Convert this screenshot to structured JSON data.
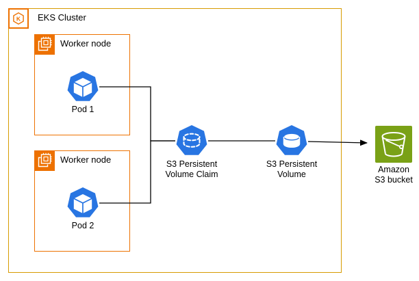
{
  "diagram": {
    "cluster": {
      "label": "EKS Cluster",
      "icon": "eks-cluster-icon",
      "border_color": "#D79B00"
    },
    "worker_nodes": [
      {
        "label": "Worker node",
        "icon": "ec2-instance-icon",
        "border_color": "#ED7100",
        "pod": {
          "label": "Pod 1",
          "icon": "kubernetes-pod-icon"
        }
      },
      {
        "label": "Worker node",
        "icon": "ec2-instance-icon",
        "border_color": "#ED7100",
        "pod": {
          "label": "Pod 2",
          "icon": "kubernetes-pod-icon"
        }
      }
    ],
    "pvc": {
      "line1": "S3 Persistent",
      "line2": "Volume Claim",
      "icon": "kubernetes-pvc-icon"
    },
    "pv": {
      "line1": "S3 Persistent",
      "line2": "Volume",
      "icon": "kubernetes-pv-icon"
    },
    "bucket": {
      "line1": "Amazon",
      "line2": "S3 bucket",
      "icon": "s3-bucket-icon"
    },
    "colors": {
      "cluster_border": "#D79B00",
      "worker_border": "#ED7100",
      "aws_orange": "#ED7100",
      "kubernetes_blue": "#2875E2",
      "s3_green": "#7AA116",
      "connector": "#000000"
    },
    "connections": [
      {
        "from": "Pod 1",
        "to": "S3 Persistent Volume Claim",
        "arrow": false
      },
      {
        "from": "Pod 2",
        "to": "S3 Persistent Volume Claim",
        "arrow": false
      },
      {
        "from": "S3 Persistent Volume Claim",
        "to": "S3 Persistent Volume",
        "arrow": false
      },
      {
        "from": "S3 Persistent Volume",
        "to": "Amazon S3 bucket",
        "arrow": true
      }
    ]
  }
}
